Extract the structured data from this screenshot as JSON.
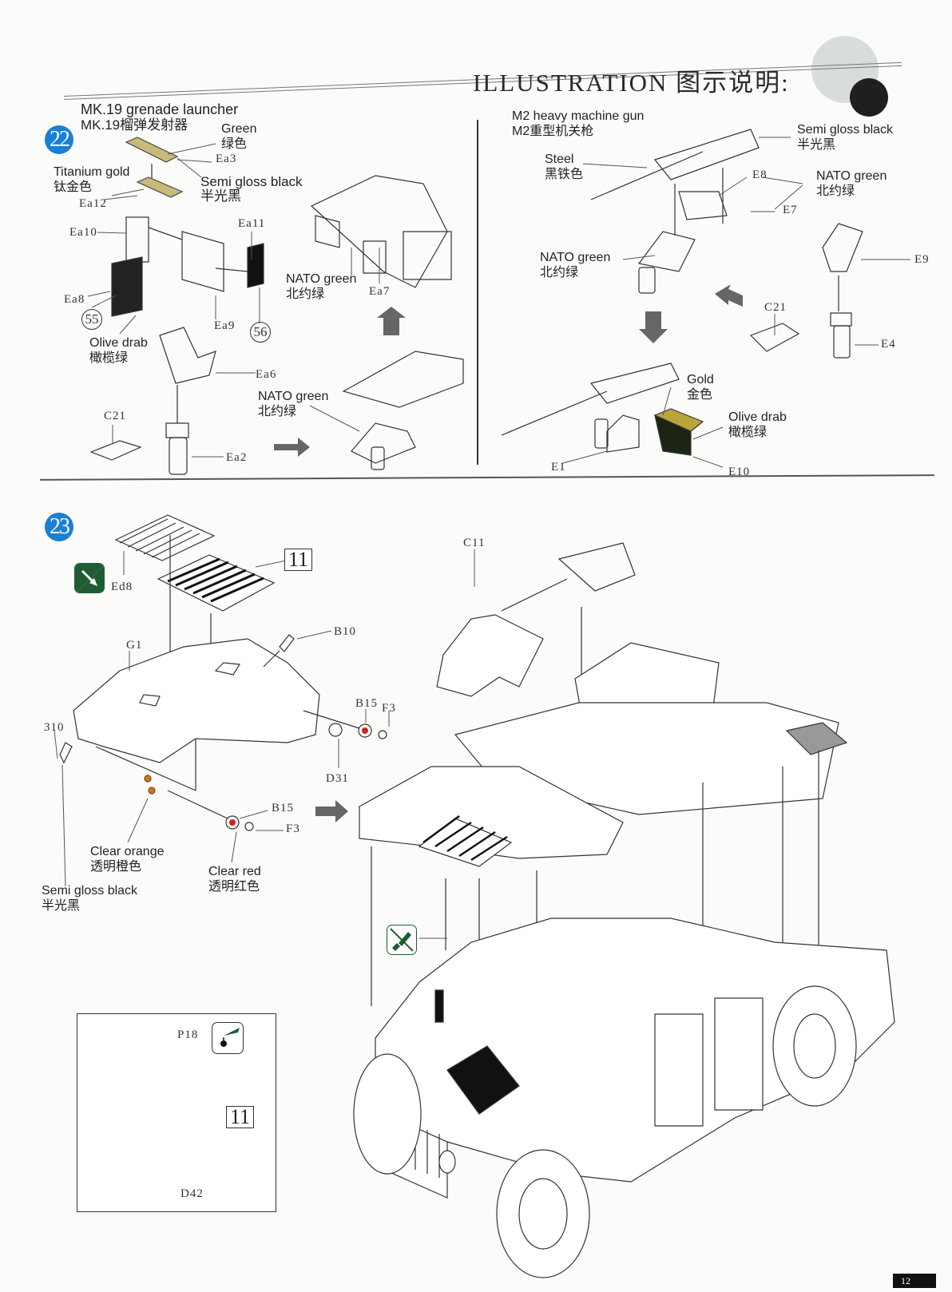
{
  "header": {
    "title": "ILLUSTRATION 图示说明:"
  },
  "page_number": "12",
  "step22": {
    "number": "22",
    "left": {
      "title_en": "MK.19 grenade launcher",
      "title_cn": "MK.19榴弹发射器",
      "colors": [
        {
          "en": "Green",
          "cn": "绿色"
        },
        {
          "en": "Titanium gold",
          "cn": "钛金色"
        },
        {
          "en": "Semi gloss black",
          "cn": "半光黑"
        },
        {
          "en": "Olive drab",
          "cn": "橄榄绿"
        },
        {
          "en": "NATO green",
          "cn": "北约绿"
        },
        {
          "en": "NATO green",
          "cn": "北约绿"
        }
      ],
      "parts": [
        "Ea3",
        "Ea12",
        "Ea10",
        "Ea11",
        "Ea8",
        "Ea9",
        "Ea7",
        "Ea6",
        "C21",
        "Ea2"
      ],
      "decals": [
        "55",
        "56"
      ]
    },
    "right": {
      "title_en": "M2 heavy machine gun",
      "title_cn": "M2重型机关枪",
      "colors": [
        {
          "en": "Semi gloss black",
          "cn": "半光黑"
        },
        {
          "en": "Steel",
          "cn": "黑铁色"
        },
        {
          "en": "NATO green",
          "cn": "北约绿"
        },
        {
          "en": "NATO green",
          "cn": "北约绿"
        },
        {
          "en": "Gold",
          "cn": "金色"
        },
        {
          "en": "Olive drab",
          "cn": "橄榄绿"
        }
      ],
      "parts": [
        "E8",
        "E7",
        "E9",
        "C21",
        "E4",
        "E1",
        "E10"
      ]
    }
  },
  "step23": {
    "number": "23",
    "parts": [
      "Ed8",
      "G1",
      "B10",
      "B15",
      "F3",
      "D31",
      "310",
      "B15",
      "F3",
      "C11",
      "P18",
      "D42"
    ],
    "sub_assembly": "11",
    "colors": [
      {
        "en": "Clear orange",
        "cn": "透明橙色"
      },
      {
        "en": "Clear red",
        "cn": "透明红色"
      },
      {
        "en": "Semi gloss black",
        "cn": "半光黑"
      }
    ],
    "icons": [
      "bend-photo-etch-icon",
      "do-not-glue-icon",
      "apply-decal-solution-icon"
    ]
  },
  "colors": {
    "badge": "#1a7fd6",
    "icon_green": "#1f5c34",
    "clear_red": "#d42020",
    "clear_orange": "#c9782a",
    "gold": "#b9a53a",
    "olive": "#1c2414"
  }
}
